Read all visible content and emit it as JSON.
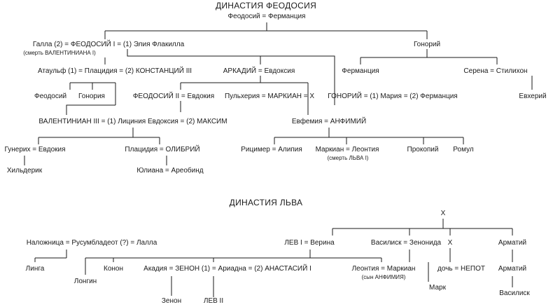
{
  "theodosius": {
    "title": "ДИНАСТИЯ ФЕОДОСИЯ",
    "nodes": {
      "root": "Феодосий = Ферманция",
      "gallaTheodosius": "Галла (2) = ФЕОДОСИЙ I = (1) Элия Флакилла",
      "gallaNote": "(смерть ВАЛЕНТИНИАНА I)",
      "honoriusElder": "Гонорий",
      "placidia": "Атаульф (1) = Плацидия = (2) КОНСТАНЦИЙ III",
      "arcadius": "АРКАДИЙ = Евдоксия",
      "fermantia": "Ферманция",
      "serena": "Серена = Стилихон",
      "theodosiusSon": "Феодосий",
      "honoria": "Гонория",
      "theodosius2": "ФЕОДОСИЙ II = Евдокия",
      "pulcheria": "Пульхерия = МАРКИАН = X",
      "honoriusEmperor": "ГОНОРИЙ = (1) Мария = (2) Ферманция",
      "eucherius": "Евхерий",
      "valentinian3": "ВАЛЕНТИНИАН III = (1) Лициния Евдоксия = (2) МАКСИМ",
      "euphemia": "Евфемия = АНФИМИЙ",
      "huneric": "Гунерих = Евдокия",
      "placidiaOlybrius": "Плацидия = ОЛИБРИЙ",
      "ricimer": "Рицимер = Алипия",
      "marcian": "Маркиан = Леонтия",
      "marcianNote": "(смерть ЛЬВА I)",
      "procopius": "Прокопий",
      "romulus": "Ромул",
      "hilderic": "Хильдерик",
      "juliana": "Юлиана = Ареобинд"
    }
  },
  "leo": {
    "title": "ДИНАСТИЯ ЛЬВА",
    "nodes": {
      "x": "X",
      "concubine": "Наложница = Русумбладеот (?) = Лалла",
      "leo1": "ЛЕВ I = Верина",
      "basiliscus": "Василиск = Зенонида",
      "x2": "X",
      "armatus": "Арматий",
      "linga": "Линга",
      "conon": "Конон",
      "longinus": "Лонгин",
      "zeno": "Акадия = ЗЕНОН (1) = Ариадна = (2) АНАСТАСИЙ I",
      "leontia": "Леонтия = Маркиан",
      "leontiaNote": "(сын АНФИМИЯ)",
      "daughter": "дочь = НЕПОТ",
      "armatus2": "Арматий",
      "marcus": "Марк",
      "basiliscus2": "Василиск",
      "zenoSon": "Зенон",
      "leo2": "ЛЕВ II"
    }
  }
}
